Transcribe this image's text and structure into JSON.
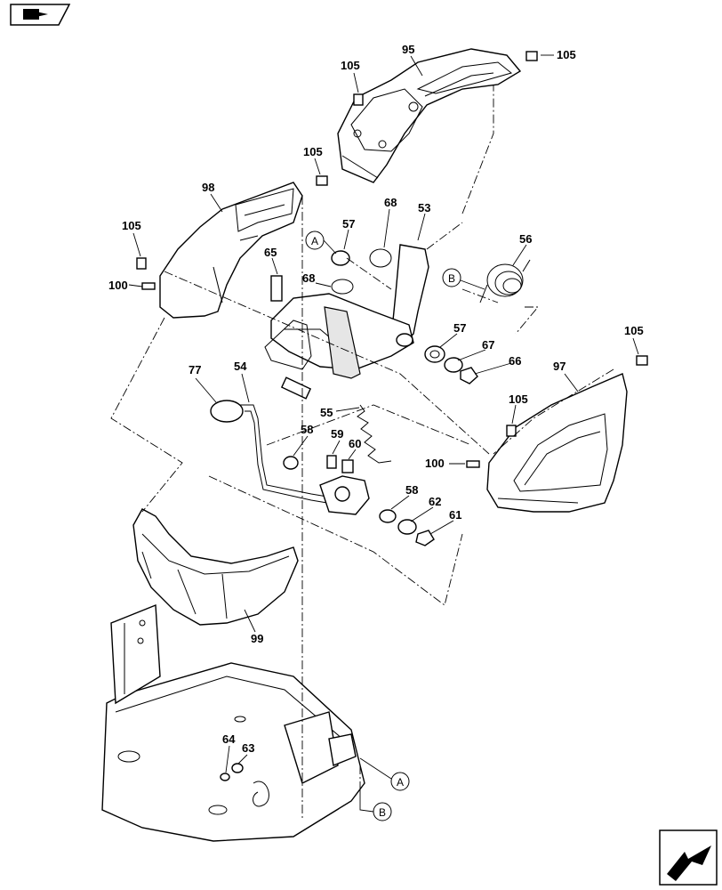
{
  "nav": {
    "top_icon": "book-arrow-icon",
    "bottom_icon": "next-page-arrow-icon"
  },
  "callouts": {
    "c95": "95",
    "c105_a": "105",
    "c105_b": "105",
    "c105_c": "105",
    "c105_d": "105",
    "c105_e": "105",
    "c105_f": "105",
    "c98": "98",
    "c57_a": "57",
    "c68_a": "68",
    "c53": "53",
    "c56": "56",
    "c65": "65",
    "c68_b": "68",
    "c100_a": "100",
    "c100_b": "100",
    "c57_b": "57",
    "c67": "67",
    "c66": "66",
    "c97": "97",
    "c77": "77",
    "c54": "54",
    "c55": "55",
    "c58_a": "58",
    "c59": "59",
    "c60": "60",
    "c58_b": "58",
    "c62": "62",
    "c61": "61",
    "c99": "99",
    "c64": "64",
    "c63": "63"
  },
  "refs": {
    "a_top": "A",
    "b_top": "B",
    "a_bottom": "A",
    "b_bottom": "B"
  }
}
